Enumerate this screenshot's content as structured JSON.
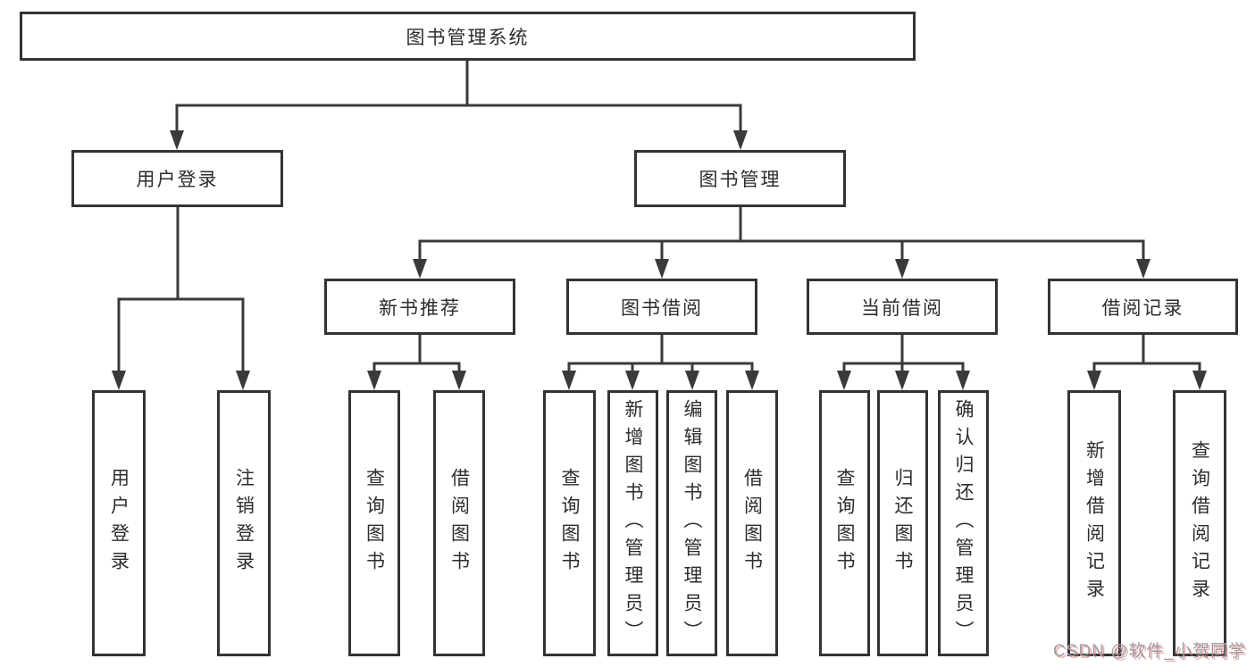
{
  "diagram": {
    "root": {
      "label": "图书管理系统"
    },
    "branches": [
      {
        "label": "用户登录",
        "children": [
          {
            "label": "用户登录"
          },
          {
            "label": "注销登录"
          }
        ]
      },
      {
        "label": "图书管理",
        "children": [
          {
            "label": "新书推荐",
            "children": [
              {
                "label": "查询图书"
              },
              {
                "label": "借阅图书"
              }
            ]
          },
          {
            "label": "图书借阅",
            "children": [
              {
                "label": "查询图书"
              },
              {
                "label": "新增图书（管理员）"
              },
              {
                "label": "编辑图书（管理员）"
              },
              {
                "label": "借阅图书"
              }
            ]
          },
          {
            "label": "当前借阅",
            "children": [
              {
                "label": "查询图书"
              },
              {
                "label": "归还图书"
              },
              {
                "label": "确认归还（管理员）"
              }
            ]
          },
          {
            "label": "借阅记录",
            "children": [
              {
                "label": "新增借阅记录"
              },
              {
                "label": "查询借阅记录"
              }
            ]
          }
        ]
      }
    ]
  },
  "watermark": {
    "text": "CSDN @软件_小贺同学"
  },
  "colors": {
    "line": "#3a3a3a",
    "box_border": "#333333",
    "text": "#2d2d2d",
    "background": "#ffffff",
    "watermark_text": "#9d9da2",
    "watermark_shadow": "#e26e6e"
  }
}
